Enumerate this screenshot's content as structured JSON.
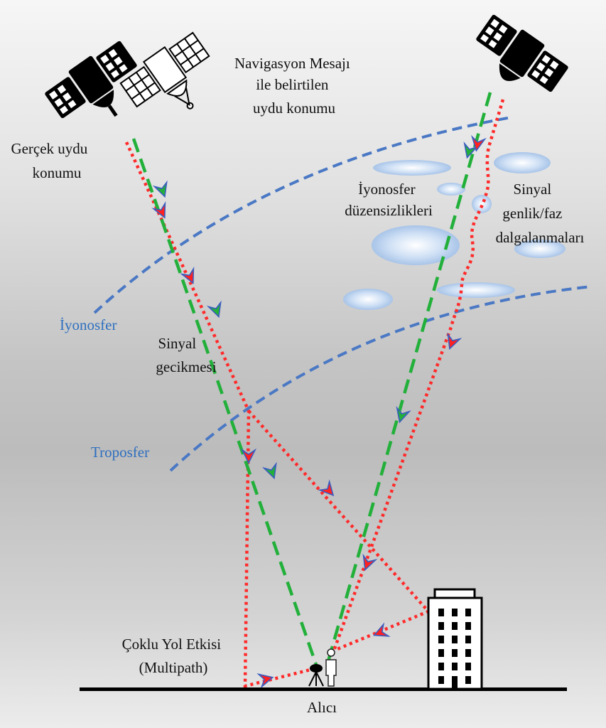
{
  "labels": {
    "nav_message": [
      "Navigasyon Mesajı",
      "ile belirtilen",
      "uydu konumu"
    ],
    "true_position": [
      "Gerçek uydu",
      "konumu"
    ],
    "iono_irregularities": [
      "İyonosfer",
      "düzensizlikleri"
    ],
    "signal_fluctuations": [
      "Sinyal",
      "genlik/faz",
      "dalgalanmaları"
    ],
    "ionosphere": "İyonosfer",
    "signal_delay": [
      "Sinyal",
      "gecikmesi"
    ],
    "troposphere": "Troposfer",
    "multipath": [
      "Çoklu Yol Etkisi",
      "(Multipath)"
    ],
    "receiver": "Alıcı"
  },
  "colors": {
    "signal_true": "#ff2a2a",
    "signal_nav": "#22b03a",
    "layer": "#4a78c4",
    "label_blue": "#2e6fbf"
  }
}
